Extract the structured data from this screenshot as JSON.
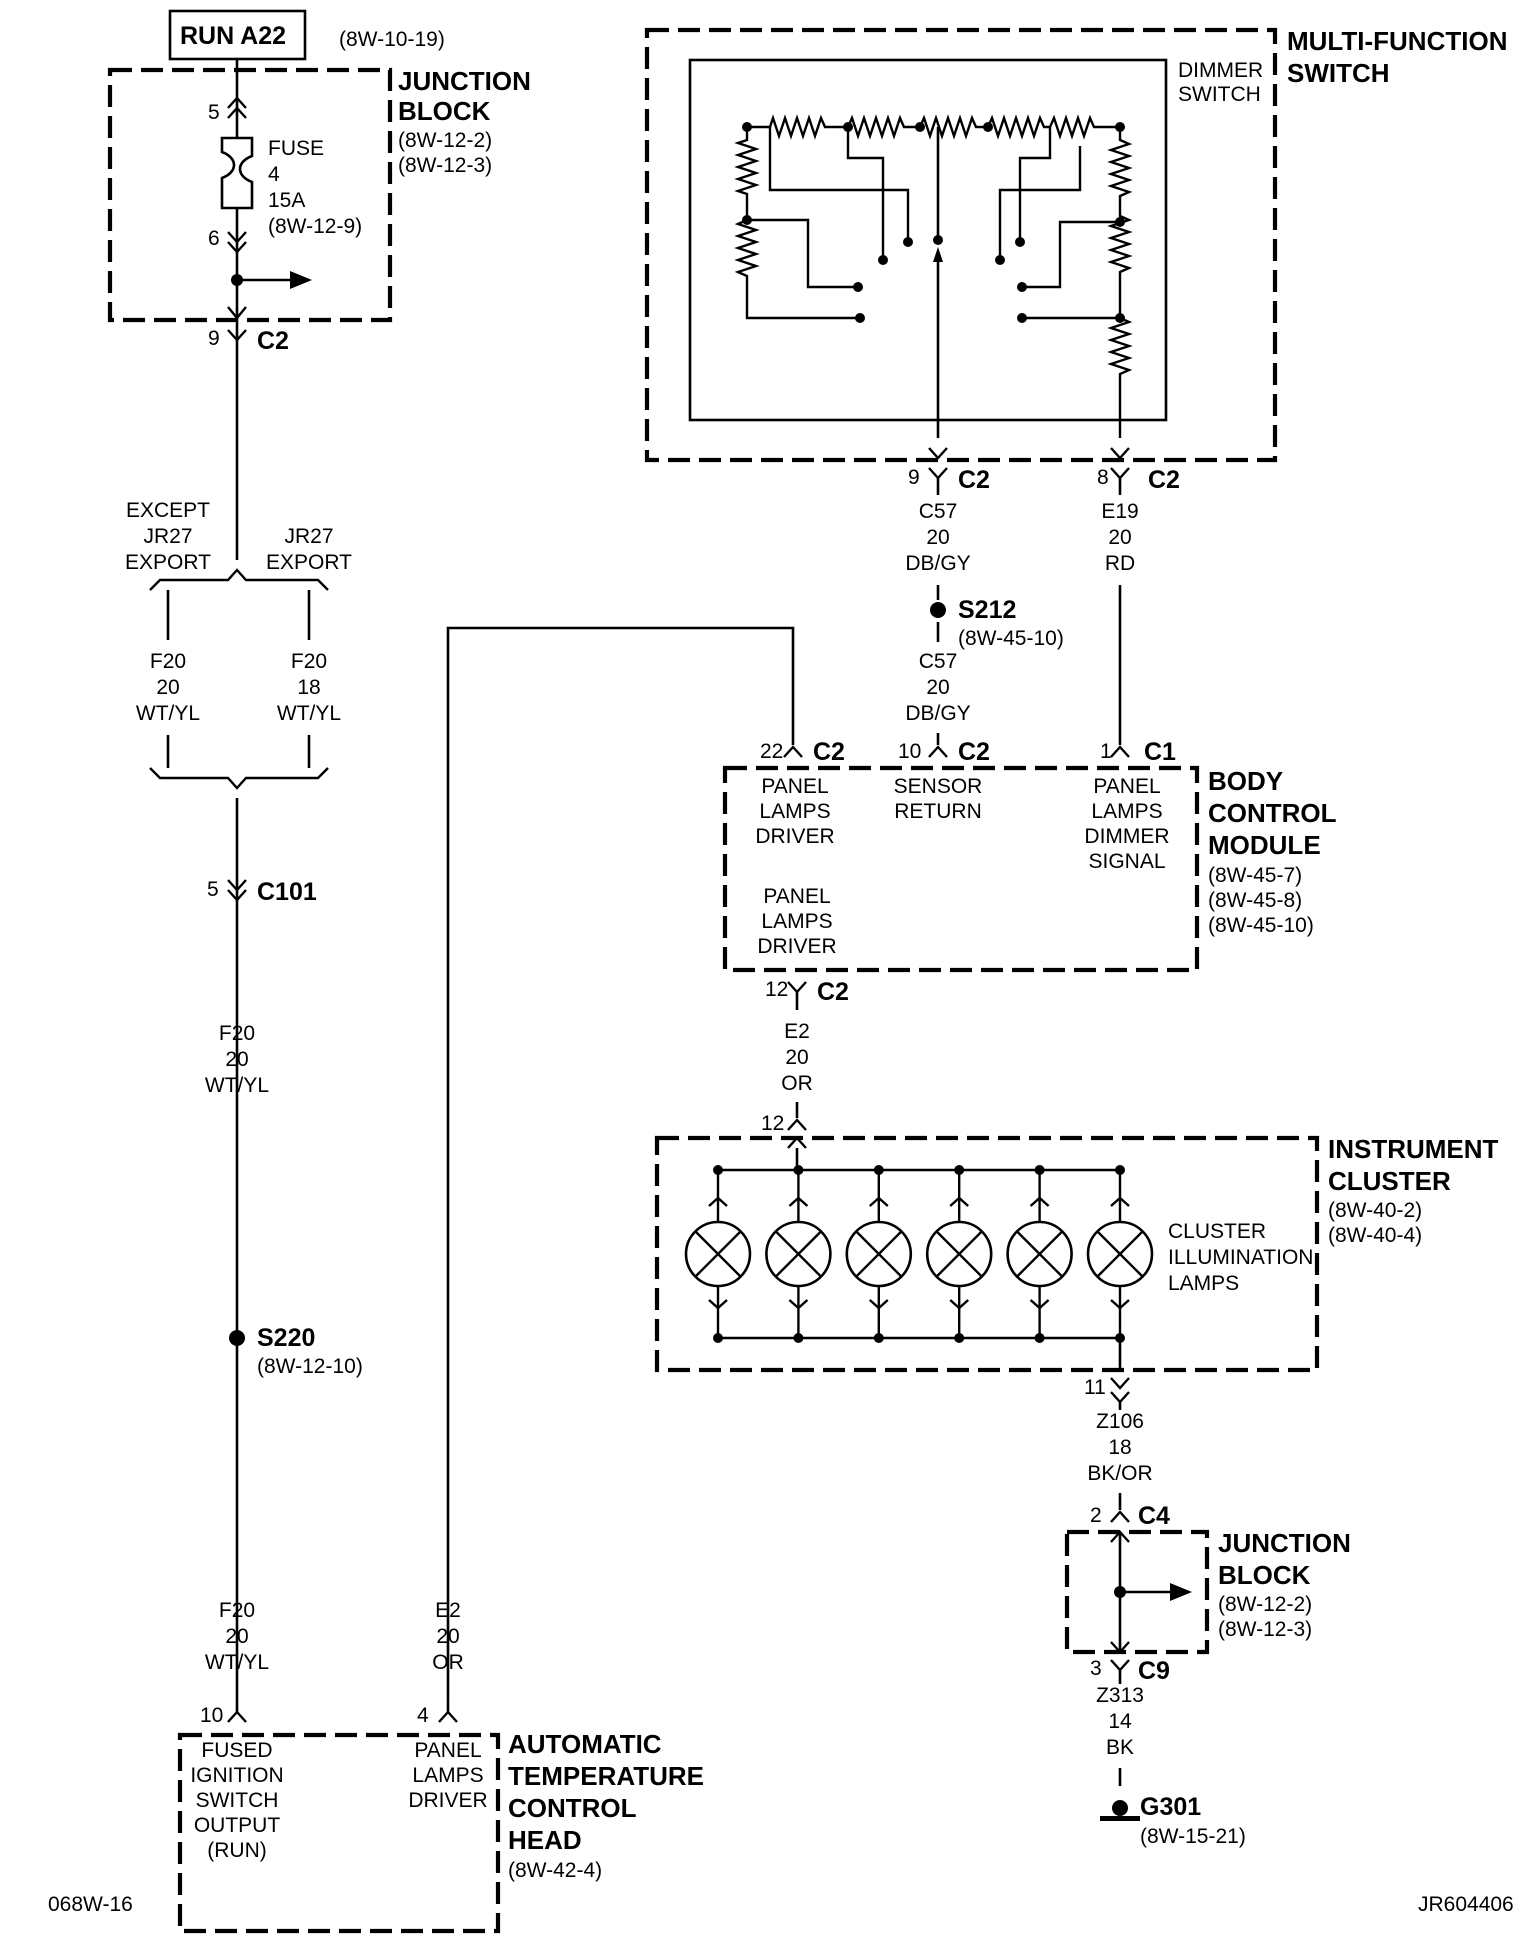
{
  "run_source": {
    "label": "RUN A22",
    "ref": "(8W-10-19)"
  },
  "jb_top": {
    "title1": "JUNCTION",
    "title2": "BLOCK",
    "ref1": "(8W-12-2)",
    "ref2": "(8W-12-3)",
    "fuse_label": "FUSE",
    "fuse_num": "4",
    "fuse_amp": "15A",
    "fuse_ref": "(8W-12-9)",
    "pin_in": "5",
    "pin_out": "6",
    "conn_pin": "9",
    "conn": "C2"
  },
  "branch": {
    "left1": "EXCEPT",
    "left2": "JR27",
    "left3": "EXPORT",
    "right1": "JR27",
    "right2": "EXPORT"
  },
  "wires": {
    "f20_left": {
      "circuit": "F20",
      "gauge": "20",
      "color": "WT/YL"
    },
    "f20_right": {
      "circuit": "F20",
      "gauge": "18",
      "color": "WT/YL"
    },
    "f20_mid": {
      "circuit": "F20",
      "gauge": "20",
      "color": "WT/YL"
    },
    "f20_low": {
      "circuit": "F20",
      "gauge": "20",
      "color": "WT/YL"
    },
    "e2_atc": {
      "circuit": "E2",
      "gauge": "20",
      "color": "OR"
    },
    "c57_top": {
      "circuit": "C57",
      "gauge": "20",
      "color": "DB/GY"
    },
    "c57_bot": {
      "circuit": "C57",
      "gauge": "20",
      "color": "DB/GY"
    },
    "e19": {
      "circuit": "E19",
      "gauge": "20",
      "color": "RD"
    },
    "e2_cluster": {
      "circuit": "E2",
      "gauge": "20",
      "color": "OR"
    },
    "z106": {
      "circuit": "Z106",
      "gauge": "18",
      "color": "BK/OR"
    },
    "z313": {
      "circuit": "Z313",
      "gauge": "14",
      "color": "BK"
    }
  },
  "c101": {
    "pin": "5",
    "label": "C101"
  },
  "s220": {
    "label": "S220",
    "ref": "(8W-12-10)"
  },
  "s212": {
    "label": "S212",
    "ref": "(8W-45-10)"
  },
  "mfs": {
    "title1": "MULTI-FUNCTION",
    "title2": "SWITCH",
    "dimmer1": "DIMMER",
    "dimmer2": "SWITCH",
    "pin_a": "9",
    "conn_a": "C2",
    "pin_b": "8",
    "conn_b": "C2"
  },
  "bcm": {
    "title1": "BODY",
    "title2": "CONTROL",
    "title3": "MODULE",
    "ref1": "(8W-45-7)",
    "ref2": "(8W-45-8)",
    "ref3": "(8W-45-10)",
    "pin22": "22",
    "conn22": "C2",
    "pin10": "10",
    "conn10": "C2",
    "pin1": "1",
    "conn1": "C1",
    "pin12": "12",
    "conn12": "C2",
    "pld1_a": "PANEL",
    "pld1_b": "LAMPS",
    "pld1_c": "DRIVER",
    "sr_a": "SENSOR",
    "sr_b": "RETURN",
    "pds_a": "PANEL",
    "pds_b": "LAMPS",
    "pds_c": "DIMMER",
    "pds_d": "SIGNAL",
    "pld2_a": "PANEL",
    "pld2_b": "LAMPS",
    "pld2_c": "DRIVER"
  },
  "cluster": {
    "title1": "INSTRUMENT",
    "title2": "CLUSTER",
    "ref1": "(8W-40-2)",
    "ref2": "(8W-40-4)",
    "lamp1": "CLUSTER",
    "lamp2": "ILLUMINATION",
    "lamp3": "LAMPS",
    "pin_in": "12",
    "pin_out": "11",
    "lamp_count": 6
  },
  "jb_bot": {
    "title1": "JUNCTION",
    "title2": "BLOCK",
    "ref1": "(8W-12-2)",
    "ref2": "(8W-12-3)",
    "pin_top": "2",
    "conn_top": "C4",
    "pin_bot": "3",
    "conn_bot": "C9"
  },
  "ground": {
    "label": "G301",
    "ref": "(8W-15-21)"
  },
  "atc": {
    "title1": "AUTOMATIC",
    "title2": "TEMPERATURE",
    "title3": "CONTROL",
    "title4": "HEAD",
    "ref": "(8W-42-4)",
    "pin10": "10",
    "pin4": "4",
    "in1": "FUSED",
    "in2": "IGNITION",
    "in3": "SWITCH",
    "in4": "OUTPUT",
    "in5": "(RUN)",
    "pd1": "PANEL",
    "pd2": "LAMPS",
    "pd3": "DRIVER"
  },
  "footer": {
    "left": "068W-16",
    "right": "JR604406"
  }
}
